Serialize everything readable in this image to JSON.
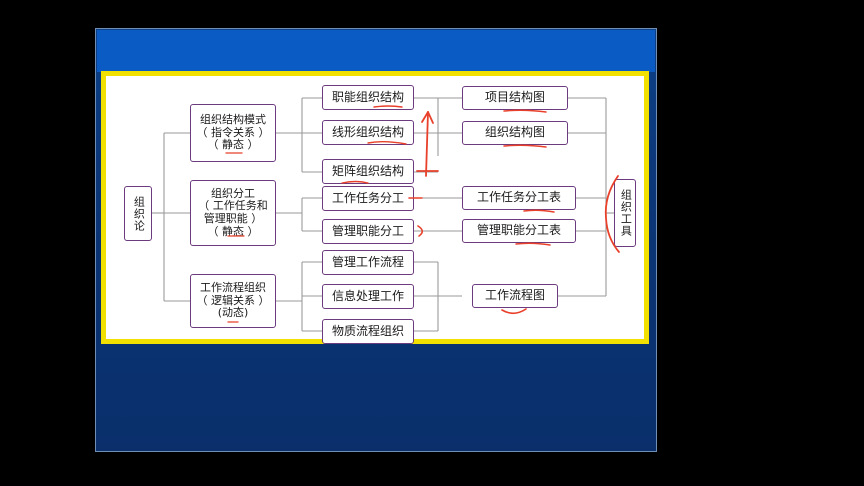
{
  "slide": {
    "background_color": "#0b3576",
    "band_color": "#0a5bc4",
    "frame_border_color": "#f2e100",
    "frame_bg_color": "#ffffff",
    "node_border_color": "#6c3a7e",
    "wire_color": "#9a9a9a",
    "ink_color": "#e8402a"
  },
  "diagram": {
    "root": {
      "label": "组织论"
    },
    "tool": {
      "label": "组织工具"
    },
    "categories": [
      {
        "lines": [
          "组织结构模式",
          "（ 指令关系 ）",
          "（ 静态 ）"
        ]
      },
      {
        "lines": [
          "组织分工",
          "（ 工作任务和",
          "管理职能 ）",
          "（ 静态 ）"
        ]
      },
      {
        "lines": [
          "工作流程组织",
          "（ 逻辑关系 ）",
          "(动态)"
        ]
      }
    ],
    "middle": [
      {
        "label": "职能组织结构"
      },
      {
        "label": "线形组织结构"
      },
      {
        "label": "矩阵组织结构"
      },
      {
        "label": "工作任务分工"
      },
      {
        "label": "管理职能分工"
      },
      {
        "label": "管理工作流程"
      },
      {
        "label": "信息处理工作"
      },
      {
        "label": "物质流程组织"
      }
    ],
    "outputs": [
      {
        "label": "项目结构图"
      },
      {
        "label": "组织结构图"
      },
      {
        "label": "工作任务分工表"
      },
      {
        "label": "管理职能分工表"
      },
      {
        "label": "工作流程图"
      }
    ]
  }
}
